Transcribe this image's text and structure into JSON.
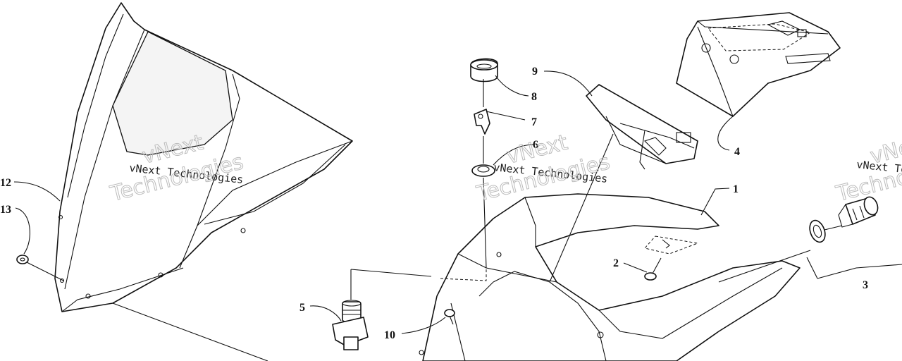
{
  "callouts": [
    {
      "id": "1",
      "label": "1"
    },
    {
      "id": "2",
      "label": "2"
    },
    {
      "id": "3",
      "label": "3"
    },
    {
      "id": "4",
      "label": "4"
    },
    {
      "id": "5",
      "label": "5"
    },
    {
      "id": "6",
      "label": "6"
    },
    {
      "id": "7",
      "label": "7"
    },
    {
      "id": "8",
      "label": "8"
    },
    {
      "id": "9",
      "label": "9"
    },
    {
      "id": "10",
      "label": "10"
    },
    {
      "id": "12",
      "label": "12"
    },
    {
      "id": "13",
      "label": "13"
    }
  ],
  "watermark": {
    "line1": "vNext Technologies",
    "word1": "vNext",
    "word2": "Technologies"
  }
}
